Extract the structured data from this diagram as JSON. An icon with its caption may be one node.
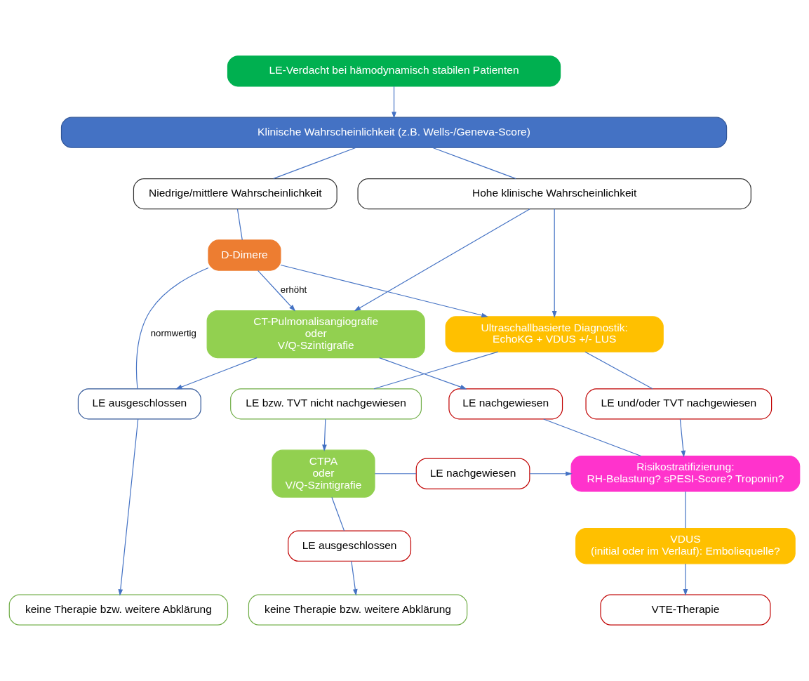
{
  "diagram": {
    "nodes": [
      {
        "text": [
          "LE-Verdacht bei hämodynamisch stabilen Patienten"
        ]
      },
      {
        "text": [
          "Klinische Wahrscheinlichkeit (z.B. Wells-/Geneva-Score)"
        ]
      },
      {
        "text": [
          "Niedrige/mittlere Wahrscheinlichkeit"
        ]
      },
      {
        "text": [
          "Hohe klinische Wahrscheinlichkeit"
        ]
      },
      {
        "text": [
          "D-Dimere"
        ]
      },
      {
        "text": [
          "CT-Pulmonalisangiografie",
          "oder",
          "V/Q-Szintigrafie"
        ]
      },
      {
        "text": [
          "Ultraschallbasierte Diagnostik:",
          "EchoKG + VDUS +/- LUS"
        ]
      },
      {
        "text": [
          "LE ausgeschlossen"
        ]
      },
      {
        "text": [
          "LE nachgewiesen"
        ]
      },
      {
        "text": [
          "LE und/oder TVT nachgewiesen"
        ]
      },
      {
        "text": [
          "LE bzw. TVT nicht nachgewiesen"
        ]
      },
      {
        "text": [
          "Risikostratifizierung:",
          "RH-Belastung? sPESI-Score? Troponin?"
        ]
      },
      {
        "text": [
          "LE nachgewiesen"
        ]
      },
      {
        "text": [
          "CTPA",
          "oder",
          "V/Q-Szintigrafie"
        ]
      },
      {
        "text": [
          "VDUS",
          "(initial oder im Verlauf): Emboliequelle?"
        ]
      },
      {
        "text": [
          "LE ausgeschlossen"
        ]
      },
      {
        "text": [
          "keine Therapie bzw. weitere Abklärung"
        ]
      },
      {
        "text": [
          "VTE-Therapie"
        ]
      },
      {
        "text": [
          "keine Therapie bzw. weitere Abklärung"
        ]
      }
    ],
    "edges": [
      {
        "from": 0,
        "to": 1,
        "arrow": "to"
      },
      {
        "from": 1,
        "to": 2,
        "arrow": "none"
      },
      {
        "from": 1,
        "to": 3,
        "arrow": "none"
      },
      {
        "from": 2,
        "to": 4,
        "arrow": "none"
      },
      {
        "from": 4,
        "to": 5,
        "arrow": "to",
        "label": "erhöht"
      },
      {
        "from": 4,
        "to": 6,
        "arrow": "to"
      },
      {
        "from": 3,
        "to": 5,
        "arrow": "to"
      },
      {
        "from": 3,
        "to": 6,
        "arrow": "to"
      },
      {
        "from": 4,
        "to": 7,
        "arrow": "none",
        "label": "normwertig"
      },
      {
        "from": 5,
        "to": 7,
        "arrow": "to"
      },
      {
        "from": 5,
        "to": 8,
        "arrow": "to"
      },
      {
        "from": 6,
        "to": 9,
        "arrow": "none"
      },
      {
        "from": 6,
        "to": 10,
        "arrow": "none"
      },
      {
        "from": 8,
        "to": 11,
        "arrow": "none"
      },
      {
        "from": 9,
        "to": 11,
        "arrow": "to"
      },
      {
        "from": 10,
        "to": 13,
        "arrow": "to"
      },
      {
        "from": 13,
        "to": 12,
        "arrow": "none"
      },
      {
        "from": 12,
        "to": 11,
        "arrow": "to"
      },
      {
        "from": 11,
        "to": 14,
        "arrow": "none"
      },
      {
        "from": 13,
        "to": 15,
        "arrow": "none"
      },
      {
        "from": 7,
        "to": 16,
        "arrow": "to"
      },
      {
        "from": 14,
        "to": 17,
        "arrow": "to"
      },
      {
        "from": 15,
        "to": 18,
        "arrow": "to"
      }
    ]
  }
}
